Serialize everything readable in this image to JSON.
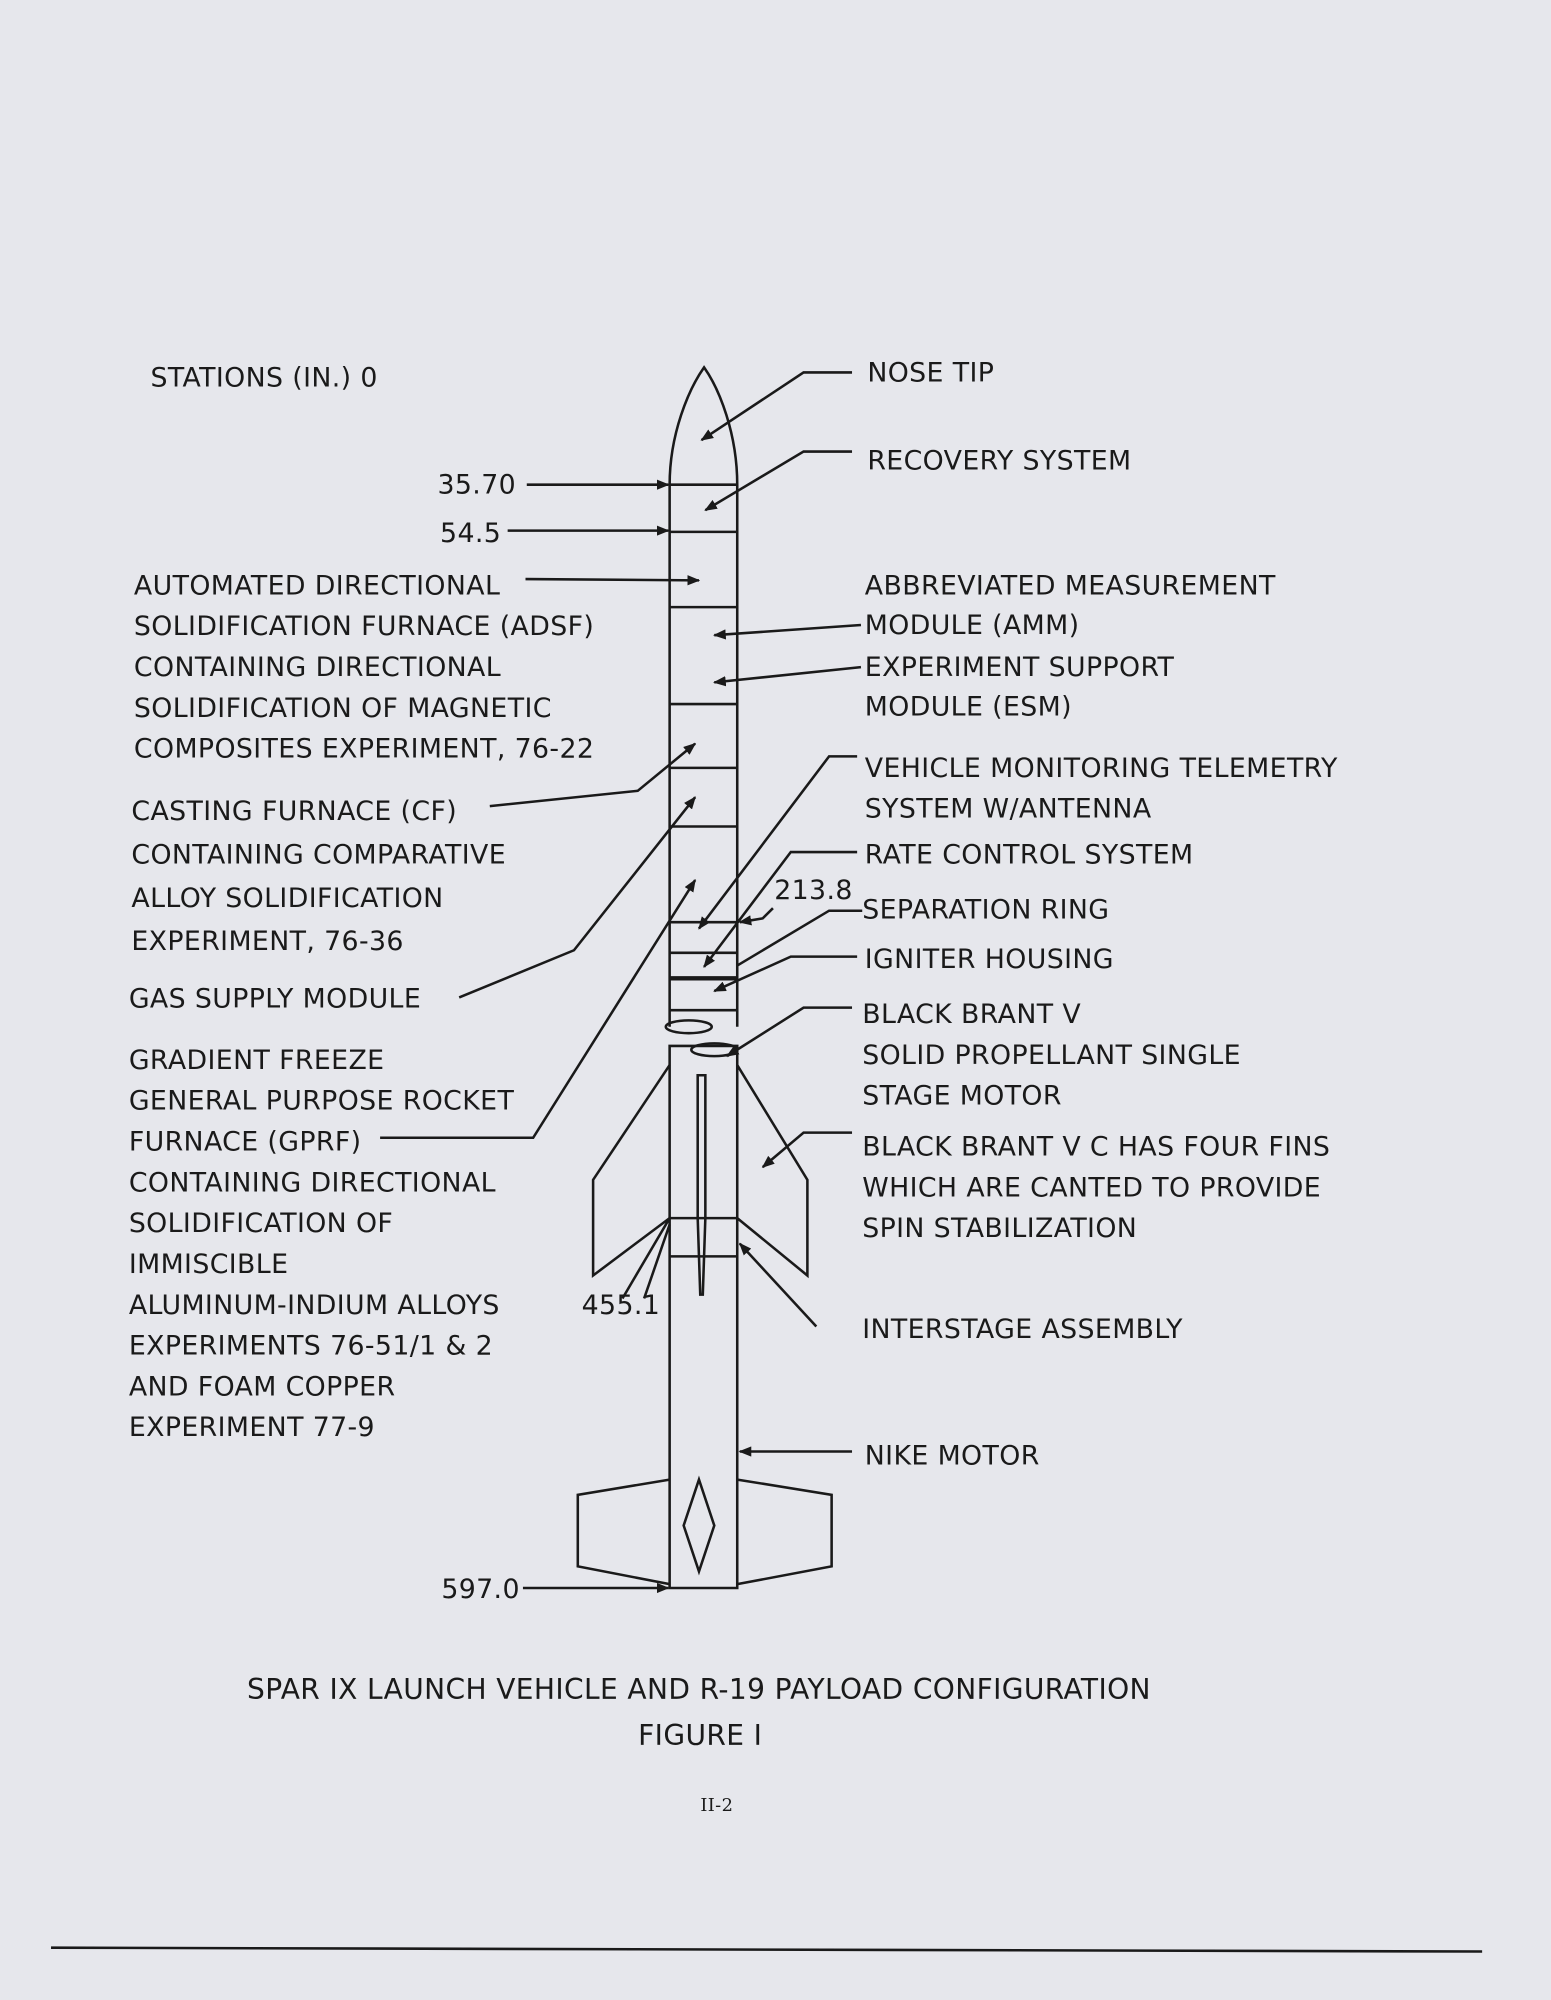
{
  "stations_label": "STATIONS (IN.) 0",
  "stations": {
    "s1": "35.70",
    "s2": "54.5",
    "s3": "213.8",
    "s4": "455.1",
    "s5": "597.0"
  },
  "left_labels": {
    "adsf": [
      "AUTOMATED DIRECTIONAL",
      "SOLIDIFICATION FURNACE (ADSF)",
      "CONTAINING DIRECTIONAL",
      "SOLIDIFICATION OF MAGNETIC",
      "COMPOSITES EXPERIMENT, 76-22"
    ],
    "cf": [
      "CASTING FURNACE (CF)",
      "CONTAINING COMPARATIVE",
      "ALLOY SOLIDIFICATION",
      "EXPERIMENT, 76-36"
    ],
    "gas": "GAS SUPPLY MODULE",
    "gprf": [
      "GRADIENT FREEZE",
      "GENERAL PURPOSE ROCKET",
      "FURNACE (GPRF)",
      "CONTAINING DIRECTIONAL",
      "SOLIDIFICATION OF",
      "IMMISCIBLE",
      "ALUMINUM-INDIUM ALLOYS",
      "EXPERIMENTS 76-51/1 & 2",
      "AND FOAM COPPER",
      "EXPERIMENT 77-9"
    ]
  },
  "right_labels": {
    "nose": "NOSE TIP",
    "recovery": "RECOVERY SYSTEM",
    "amm": [
      "ABBREVIATED MEASUREMENT",
      "MODULE (AMM)"
    ],
    "esm": [
      "EXPERIMENT SUPPORT",
      "MODULE (ESM)"
    ],
    "vmt": [
      "VEHICLE MONITORING TELEMETRY",
      "SYSTEM W/ANTENNA"
    ],
    "rate": "RATE CONTROL SYSTEM",
    "separation": "SEPARATION RING",
    "igniter": "IGNITER HOUSING",
    "bbv": [
      "BLACK BRANT V",
      "SOLID PROPELLANT SINGLE",
      "STAGE MOTOR"
    ],
    "bbvc": [
      "BLACK BRANT V C HAS FOUR FINS",
      "WHICH ARE CANTED TO PROVIDE",
      "SPIN STABILIZATION"
    ],
    "interstage": "INTERSTAGE ASSEMBLY",
    "nike": "NIKE MOTOR"
  },
  "caption": {
    "title": "SPAR IX LAUNCH VEHICLE AND R-19 PAYLOAD CONFIGURATION",
    "figure": "FIGURE I"
  },
  "page_number": "II-2"
}
